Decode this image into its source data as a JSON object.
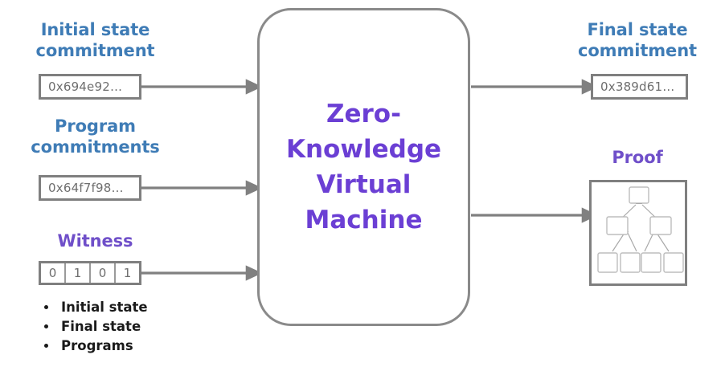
{
  "diagram": {
    "title": "Zero-Knowledge Virtual Machine data flow",
    "colors": {
      "label_blue": "#3f7cb6",
      "label_purple": "#6f4fc9",
      "vm_text_purple": "#6b3fd4",
      "arrow_gray": "#808080",
      "box_border_gray": "#7f7f7f",
      "value_text_gray": "#6e6e6e",
      "background": "#ffffff"
    }
  },
  "inputs": {
    "initial_state": {
      "label": "Initial state\ncommitment",
      "value": "0x694e92…"
    },
    "program": {
      "label": "Program\ncommitments",
      "value": "0x64f7f98…"
    },
    "witness": {
      "label": "Witness",
      "cells": [
        "0",
        "1",
        "0",
        "1"
      ],
      "items": [
        "Initial state",
        "Final state",
        "Programs"
      ]
    }
  },
  "vm": {
    "name": "Zero-\nKnowledge\nVirtual\nMachine"
  },
  "outputs": {
    "final_state": {
      "label": "Final state\ncommitment",
      "value": "0x389d61…"
    },
    "proof": {
      "label": "Proof",
      "content": "merkle-tree",
      "tree": {
        "levels": 3,
        "node_counts": [
          1,
          2,
          4
        ]
      }
    }
  },
  "arrows": [
    {
      "name": "initial-state-to-vm",
      "from": "initial_state",
      "to": "vm"
    },
    {
      "name": "program-to-vm",
      "from": "program",
      "to": "vm"
    },
    {
      "name": "witness-to-vm",
      "from": "witness",
      "to": "vm"
    },
    {
      "name": "vm-to-final-state",
      "from": "vm",
      "to": "final_state"
    },
    {
      "name": "vm-to-proof",
      "from": "vm",
      "to": "proof"
    }
  ]
}
